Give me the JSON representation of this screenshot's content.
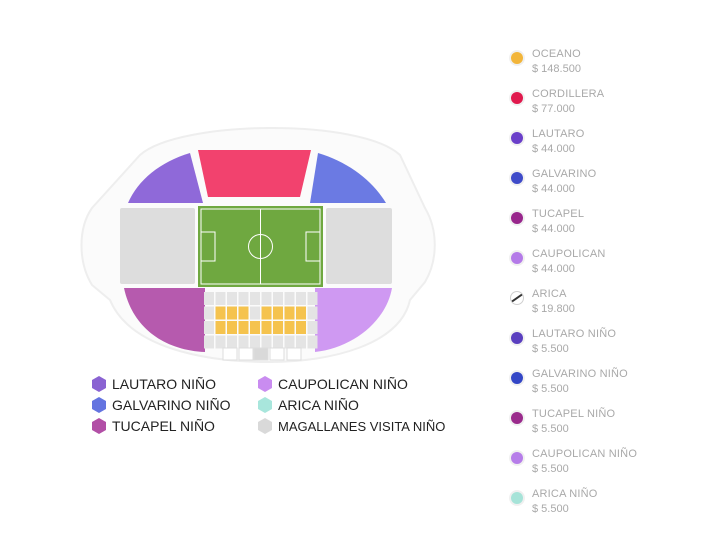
{
  "map_legend": [
    {
      "label": "LAUTARO NIÑO",
      "color": "#8a63d2"
    },
    {
      "label": "CAUPOLICAN NIÑO",
      "color": "#c98cf0"
    },
    {
      "label": "GALVARINO NIÑO",
      "color": "#6474e0"
    },
    {
      "label": "ARICA NIÑO",
      "color": "#a8e6dc"
    },
    {
      "label": "TUCAPEL NIÑO",
      "color": "#b24fa6"
    },
    {
      "label": "MAGALLANES VISITA NIÑO",
      "color": "#d9d9d9"
    }
  ],
  "price_list": [
    {
      "name": "OCEANO",
      "price": "$ 148.500",
      "color": "#f2b53a"
    },
    {
      "name": "CORDILLERA",
      "price": "$ 77.000",
      "color": "#e0194d"
    },
    {
      "name": "LAUTARO",
      "price": "$ 44.000",
      "color": "#6a3fc9"
    },
    {
      "name": "GALVARINO",
      "price": "$ 44.000",
      "color": "#3f4bc9"
    },
    {
      "name": "TUCAPEL",
      "price": "$ 44.000",
      "color": "#98268c"
    },
    {
      "name": "CAUPOLICAN",
      "price": "$ 44.000",
      "color": "#b47ae8"
    },
    {
      "name": "ARICA",
      "price": "$ 19.800",
      "color": "striped"
    },
    {
      "name": "LAUTARO NIÑO",
      "price": "$ 5.500",
      "color": "#5a3fbf"
    },
    {
      "name": "GALVARINO NIÑO",
      "price": "$ 5.500",
      "color": "#3346c6"
    },
    {
      "name": "TUCAPEL NIÑO",
      "price": "$ 5.500",
      "color": "#9a2b8c"
    },
    {
      "name": "CAUPOLICAN NIÑO",
      "price": "$ 5.500",
      "color": "#b67de9"
    },
    {
      "name": "ARICA NIÑO",
      "price": "$ 5.500",
      "color": "#a6e3d8"
    }
  ],
  "sections": {
    "cordillera": {
      "color": "#f2426e"
    },
    "lautaro": {
      "color": "#8f69d9"
    },
    "galvarino": {
      "color": "#6b7ae3"
    },
    "tucapel": {
      "color": "#b65aae"
    },
    "caupolican": {
      "color": "#cf99f2"
    },
    "side_stands": {
      "color": "#dddddd"
    },
    "field": {
      "color": "#6fa840"
    },
    "oceano_seats": {
      "color": "#f5c34e"
    },
    "grid_seats": {
      "color": "#e4e4e4"
    }
  }
}
